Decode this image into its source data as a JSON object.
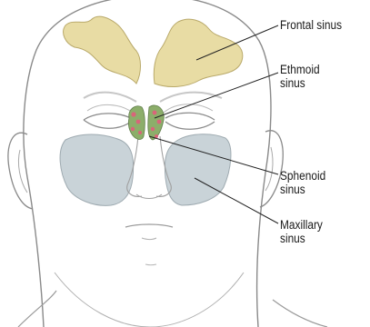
{
  "labels": {
    "frontal": "Frontal sinus",
    "ethmoid": "Ethmoid\nsinus",
    "sphenoid": "Sphenoid\nsinus",
    "maxillary": "Maxillary\nsinus"
  },
  "colors": {
    "skin_line": "#8a8a8a",
    "frontal_fill": "#e8dca4",
    "frontal_stroke": "#b9a96a",
    "maxillary_fill": "#c9d3d8",
    "maxillary_stroke": "#9eaab0",
    "ethmoid_fill": "#8cae6a",
    "ethmoid_spots": "#d9657a",
    "leader_line": "#222222"
  }
}
